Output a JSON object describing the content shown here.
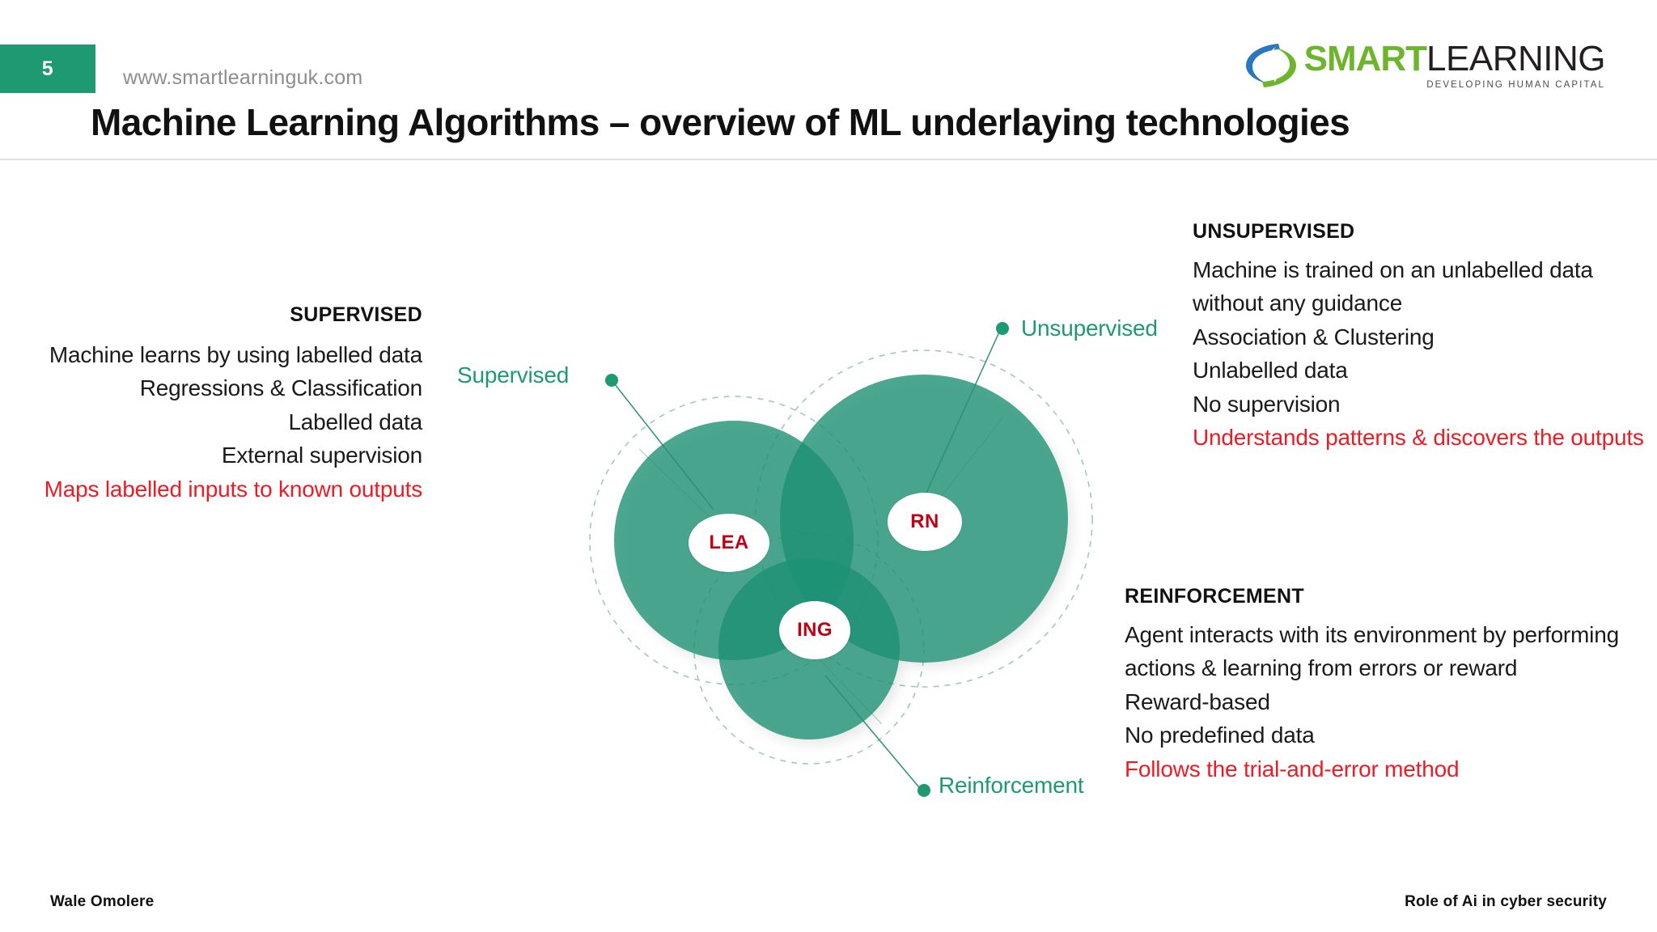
{
  "header": {
    "page_number": "5",
    "site_url": "www.smartlearninguk.com",
    "title": "Machine Learning Algorithms – overview of ML underlaying technologies",
    "logo": {
      "word_primary": "SMART",
      "word_secondary": "LEARNING",
      "tagline": "DEVELOPING HUMAN CAPITAL",
      "color_primary": "#6CB52D",
      "color_secondary": "#231F20",
      "mark_color_blue": "#2B77BF",
      "mark_color_green": "#6CB52D"
    },
    "badge_color": "#1E9A72"
  },
  "columns": {
    "supervised": {
      "heading": "SUPERVISED",
      "lines": [
        {
          "text": "Machine learns by using labelled data",
          "color": "#1a1a1a"
        },
        {
          "text": "Regressions & Classification",
          "color": "#1a1a1a"
        },
        {
          "text": "Labelled data",
          "color": "#1a1a1a"
        },
        {
          "text": "External supervision",
          "color": "#1a1a1a"
        },
        {
          "text": "Maps labelled inputs to known outputs",
          "color": "#ED1C24"
        }
      ]
    },
    "unsupervised": {
      "heading": "UNSUPERVISED",
      "lines": [
        {
          "text": "Machine is trained on an unlabelled data without any guidance",
          "color": "#1a1a1a"
        },
        {
          "text": "Association & Clustering",
          "color": "#1a1a1a"
        },
        {
          "text": "Unlabelled data",
          "color": "#1a1a1a"
        },
        {
          "text": "No supervision",
          "color": "#1a1a1a"
        },
        {
          "text": "Understands patterns & discovers the outputs",
          "color": "#ED1C24"
        }
      ]
    },
    "reinforcement": {
      "heading": "REINFORCEMENT",
      "lines": [
        {
          "text": "Agent interacts with its environment by performing actions & learning from errors or reward",
          "color": "#1a1a1a"
        },
        {
          "text": "Reward-based",
          "color": "#1a1a1a"
        },
        {
          "text": "No predefined data",
          "color": "#1a1a1a"
        },
        {
          "text": "Follows the trial-and-error method",
          "color": "#ED1C24"
        }
      ]
    }
  },
  "diagram": {
    "type": "venn",
    "fill_color": "#3FA98C",
    "overlap_color": "#1E9174",
    "dashed_color": "#9FC9BD",
    "label_color": "#1E9A72",
    "bubble_text_color": "#C10016",
    "callouts": [
      {
        "label": "Supervised",
        "bubble": "LEA"
      },
      {
        "label": "Unsupervised",
        "bubble": "RN"
      },
      {
        "label": "Reinforcement",
        "bubble": "ING"
      }
    ],
    "bubbles": {
      "left": "LEA",
      "right": "RN",
      "bottom": "ING"
    }
  },
  "footer": {
    "author": "Wale  Omolere",
    "deck_title": "Role of Ai in cyber security"
  }
}
